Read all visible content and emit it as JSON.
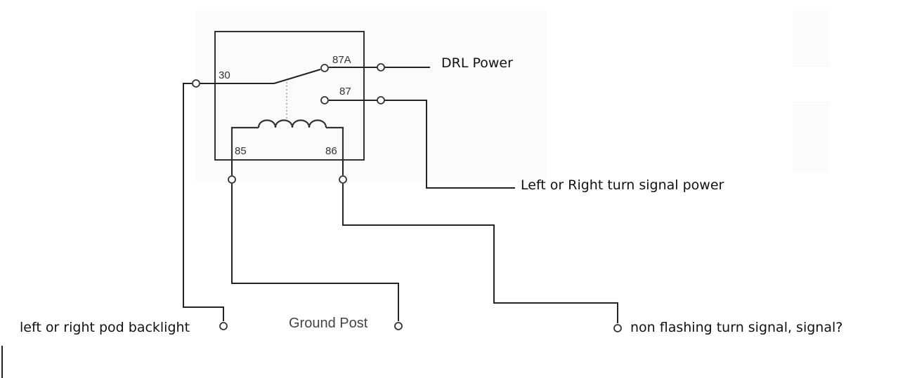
{
  "relay": {
    "pins": {
      "p30": "30",
      "p87a": "87A",
      "p87": "87",
      "p85": "85",
      "p86": "86"
    }
  },
  "labels": {
    "drl_power": "DRL Power",
    "turn_signal_power": "Left or Right turn signal power",
    "pod_backlight": "left or right pod backlight",
    "ground_post": "Ground Post",
    "non_flashing": "non flashing turn signal, signal?"
  }
}
